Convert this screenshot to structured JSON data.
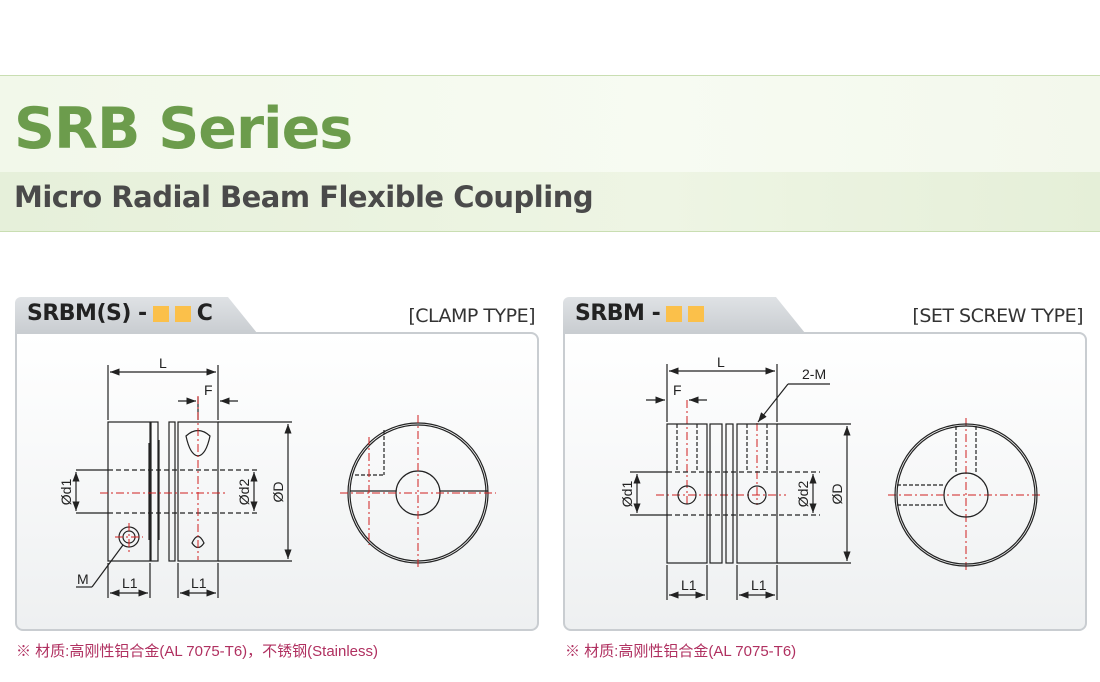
{
  "header": {
    "title": "SRB Series",
    "subtitle": "Micro Radial Beam Flexible Coupling"
  },
  "panels": [
    {
      "model_prefix": "SRBM(S) -",
      "model_suffix": "C",
      "type": "[CLAMP TYPE]",
      "labels": {
        "L": "L",
        "F": "F",
        "d1": "Ød1",
        "d2": "Ød2",
        "D": "ØD",
        "L1a": "L1",
        "L1b": "L1",
        "M": "M"
      },
      "note": "※ 材质:高刚性铝合金(AL 7075-T6)，不锈钢(Stainless)"
    },
    {
      "model_prefix": "SRBM -",
      "model_suffix": "",
      "type": "[SET SCREW TYPE]",
      "labels": {
        "L": "L",
        "F": "F",
        "d1": "Ød1",
        "d2": "Ød2",
        "D": "ØD",
        "L1a": "L1",
        "L1b": "L1",
        "M": "2-M"
      },
      "note": "※ 材质:高刚性铝合金(AL 7075-T6)"
    }
  ],
  "colors": {
    "title": "#6c9c4c",
    "option_square": "#fbc04a",
    "note": "#b03060",
    "centerline": "#d02020"
  }
}
